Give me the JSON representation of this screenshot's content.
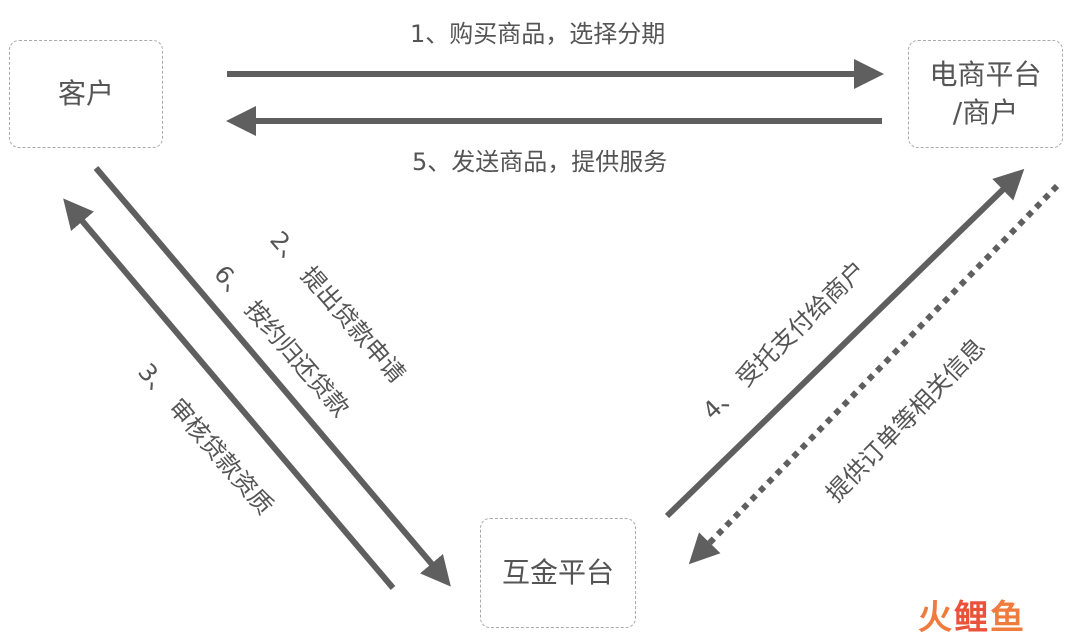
{
  "nodes": {
    "customer": "客户",
    "platform": "电商平台\n/商户",
    "fin_platform": "互金平台"
  },
  "edges": {
    "e1": "1、购买商品，选择分期",
    "e5": "5、发送商品，提供服务",
    "e2": "2、 提出贷款申请",
    "e6": "6、 按约归还贷款",
    "e3": "3、 审核贷款资质",
    "e4": "4、 受托支付给商户",
    "e_info": "提供订单等相关信息"
  },
  "watermark": {
    "part1": "火",
    "part2": "鲤",
    "part3": "鱼"
  },
  "colors": {
    "arrow": "#5f5f5f",
    "text": "#555555",
    "border": "#aaaaaa",
    "wm_red": "#e8533a",
    "wm_orange": "#f07b3f"
  }
}
